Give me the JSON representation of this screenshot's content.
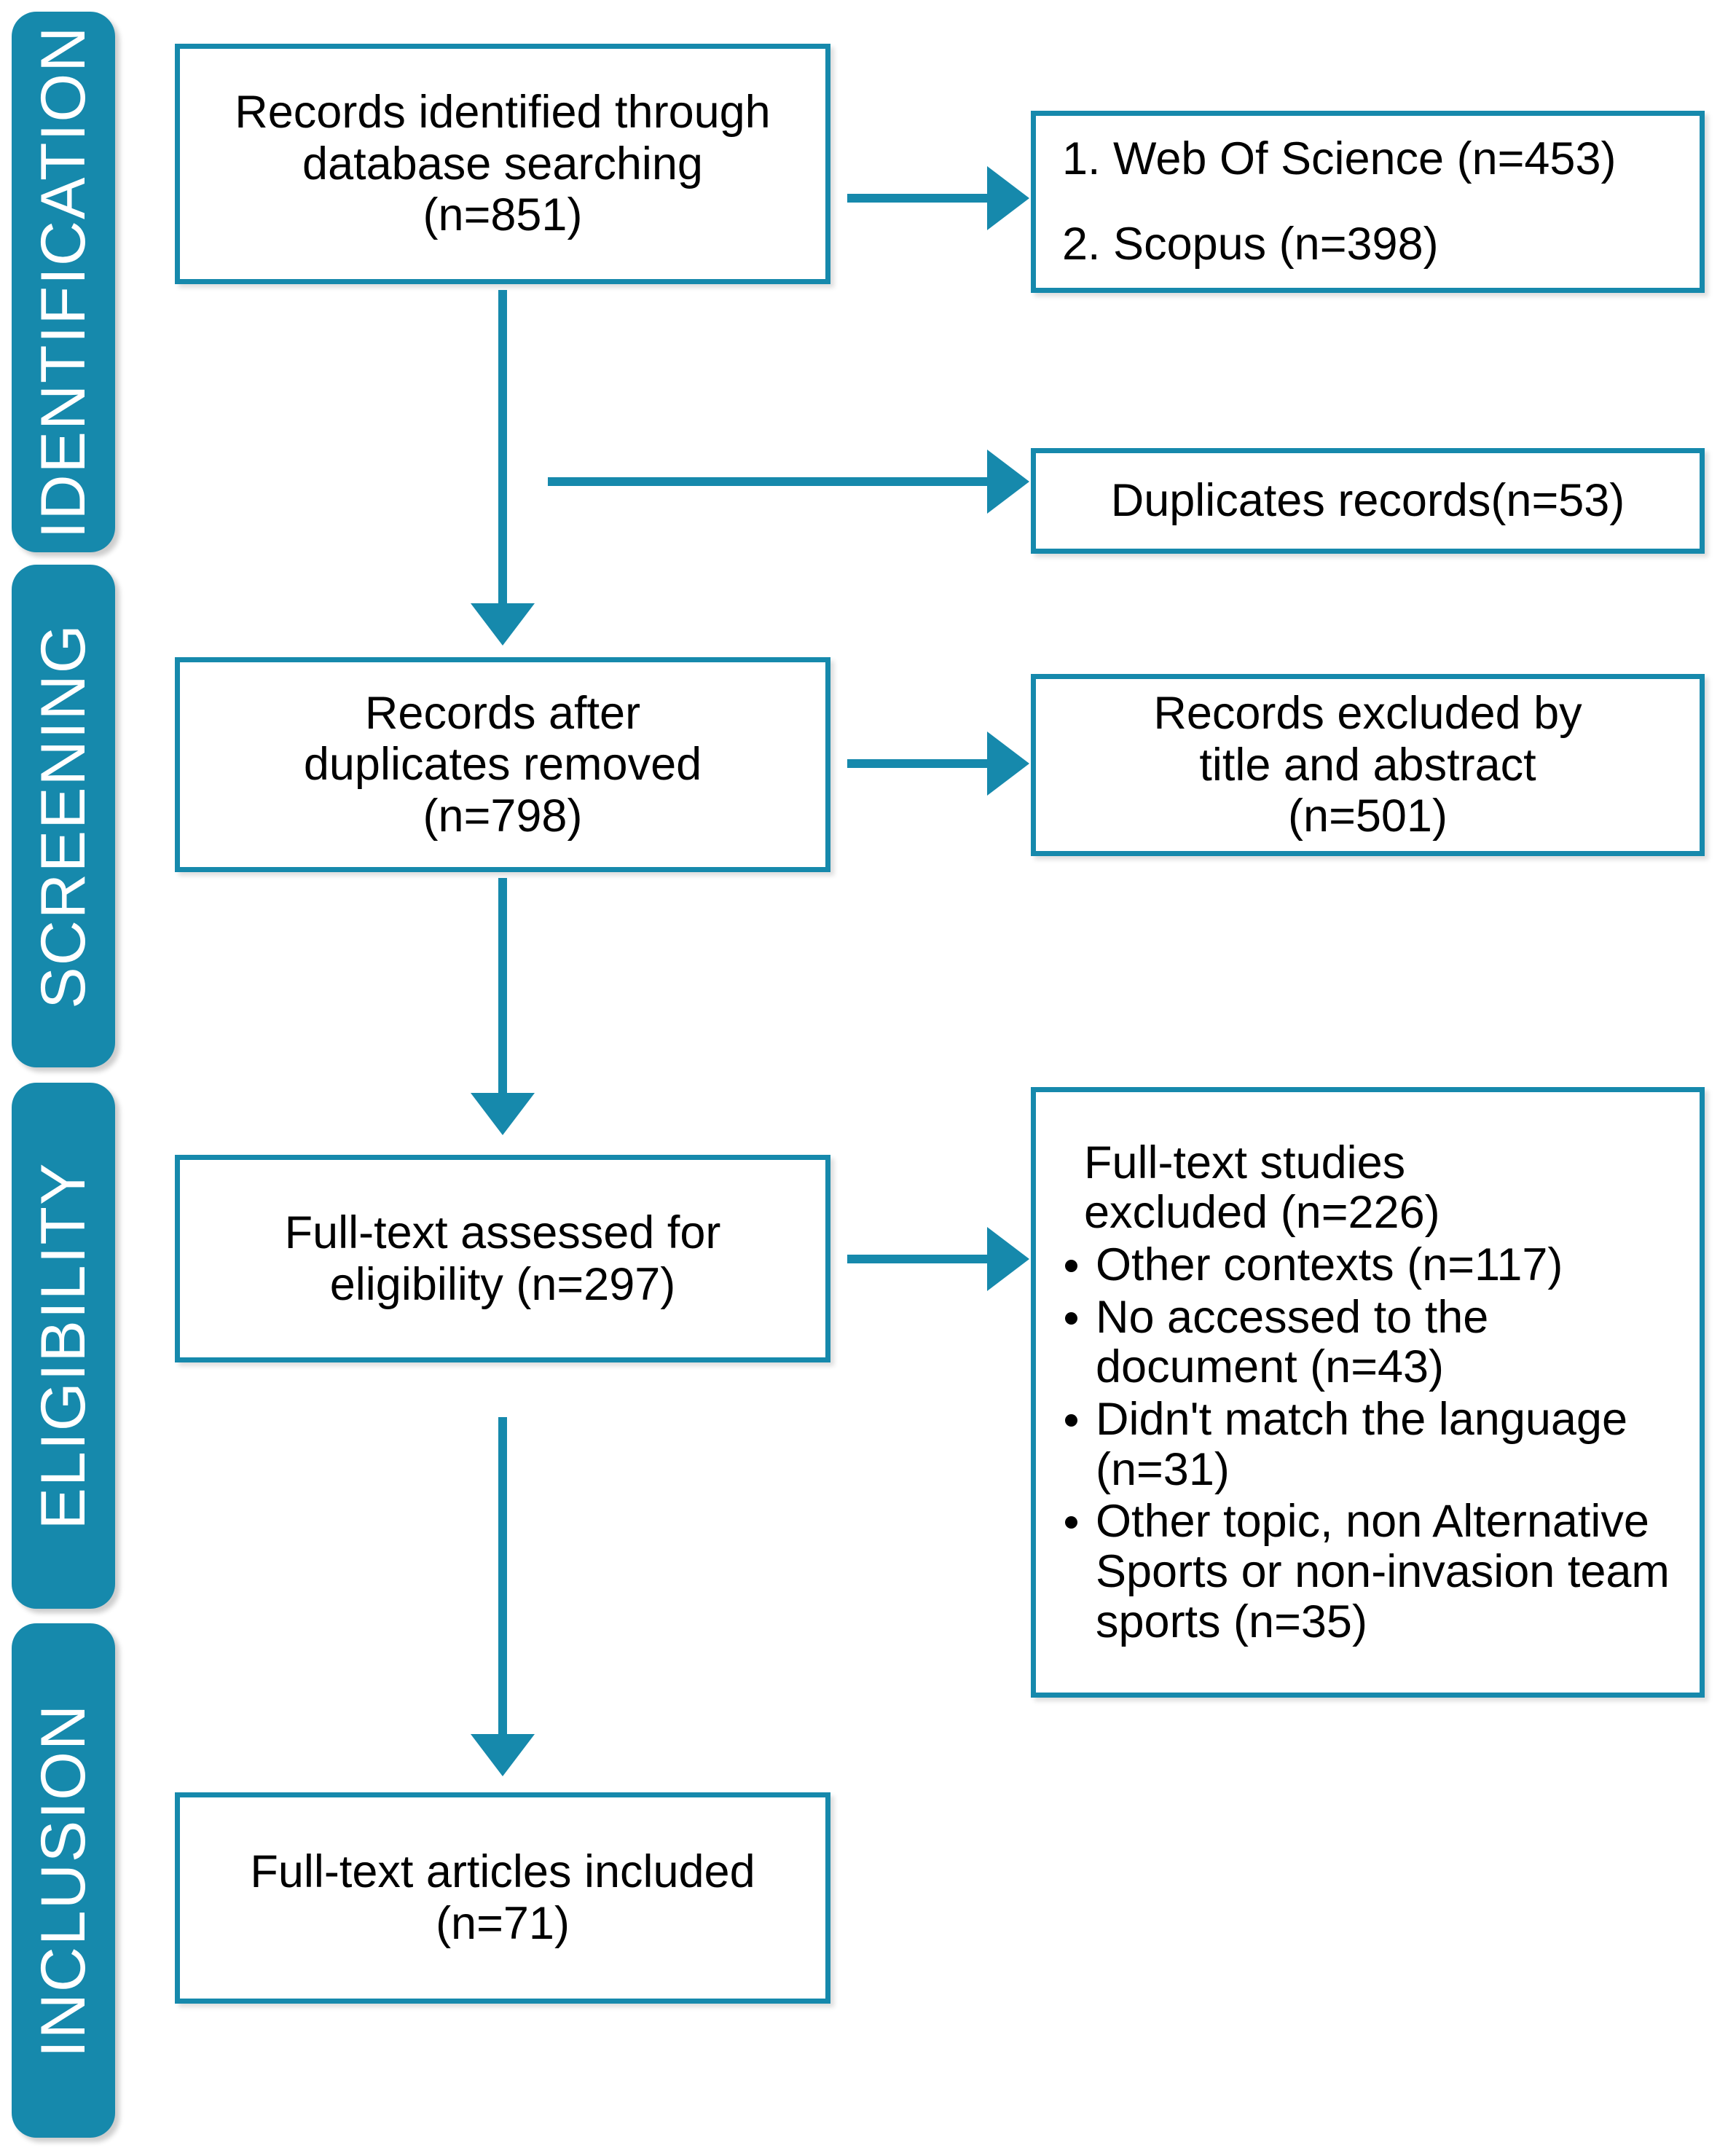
{
  "diagram": {
    "title": "PRISMA flow diagram",
    "accent_color": "#1689AC",
    "text_color": "#000000",
    "background": "#ffffff"
  },
  "stages": [
    {
      "id": "identification",
      "label": "IDENTIFICATION"
    },
    {
      "id": "screening",
      "label": "SCREENING"
    },
    {
      "id": "eligibility",
      "label": "ELIGIBILITY"
    },
    {
      "id": "inclusion",
      "label": "INCLUSION"
    }
  ],
  "boxes": {
    "identified": {
      "line1": "Records identified through",
      "line2": "database searching",
      "line3": "(n=851)"
    },
    "databases": {
      "items": [
        "1. Web Of Science (n=453)",
        "2. Scopus (n=398)"
      ]
    },
    "duplicates": {
      "text": "Duplicates records(n=53)"
    },
    "after_duplicates": {
      "line1": "Records after",
      "line2": "duplicates removed",
      "line3": "(n=798)"
    },
    "excluded_title_abstract": {
      "line1": "Records excluded by",
      "line2": "title and abstract",
      "line3": "(n=501)"
    },
    "fulltext_assessed": {
      "line1": "Full-text assessed for",
      "line2": "eligibility (n=297)"
    },
    "excluded_fulltext": {
      "heading_line1": "Full-text studies",
      "heading_line2": "excluded (n=226)",
      "bullets": [
        "Other contexts (n=117)",
        "No accessed to the document  (n=43)",
        "Didn't match the language (n=31)",
        "Other topic, non Alternative Sports or non-invasion team sports (n=35)"
      ]
    },
    "included": {
      "line1": "Full-text articles included",
      "line2": "(n=71)"
    }
  },
  "chart_data": {
    "type": "table",
    "title": "PRISMA study selection flow",
    "stages": [
      "IDENTIFICATION",
      "SCREENING",
      "ELIGIBILITY",
      "INCLUSION"
    ],
    "nodes": [
      {
        "stage": "IDENTIFICATION",
        "label": "Records identified through database searching",
        "n": 851
      },
      {
        "stage": "IDENTIFICATION",
        "label": "Web Of Science",
        "n": 453
      },
      {
        "stage": "IDENTIFICATION",
        "label": "Scopus",
        "n": 398
      },
      {
        "stage": "IDENTIFICATION",
        "label": "Duplicates records",
        "n": 53
      },
      {
        "stage": "SCREENING",
        "label": "Records after duplicates removed",
        "n": 798
      },
      {
        "stage": "SCREENING",
        "label": "Records excluded by title and abstract",
        "n": 501
      },
      {
        "stage": "ELIGIBILITY",
        "label": "Full-text assessed for eligibility",
        "n": 297
      },
      {
        "stage": "ELIGIBILITY",
        "label": "Full-text studies excluded",
        "n": 226
      },
      {
        "stage": "ELIGIBILITY",
        "label": "Other contexts",
        "n": 117
      },
      {
        "stage": "ELIGIBILITY",
        "label": "No accessed to the document",
        "n": 43
      },
      {
        "stage": "ELIGIBILITY",
        "label": "Didn't match the language",
        "n": 31
      },
      {
        "stage": "ELIGIBILITY",
        "label": "Other topic, non Alternative Sports or non-invasion team sports",
        "n": 35
      },
      {
        "stage": "INCLUSION",
        "label": "Full-text articles included",
        "n": 71
      }
    ]
  }
}
